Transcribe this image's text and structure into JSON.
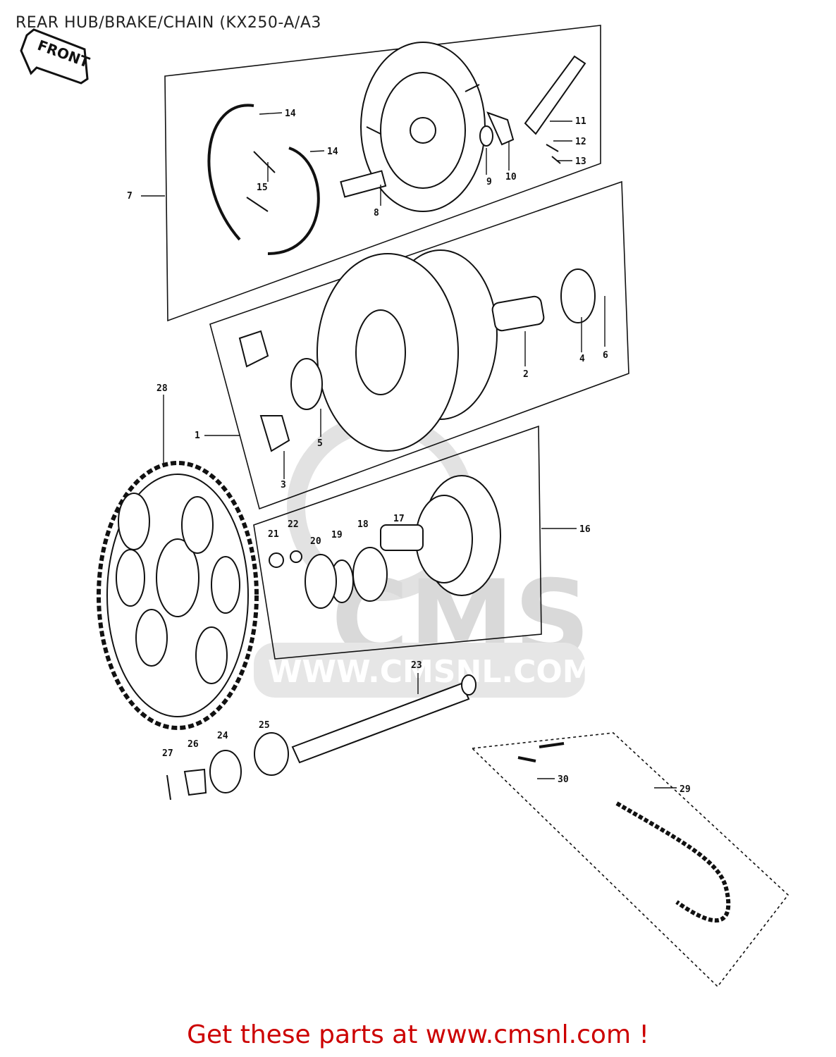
{
  "title": "REAR HUB/BRAKE/CHAIN (KX250-A/A3",
  "footer": "Get these parts at www.cmsnl.com !",
  "front_arrow": "FRONT",
  "watermark": {
    "logo": "CMS",
    "url": "WWW.CMSNL.COM"
  },
  "part_numbers": [
    "1",
    "2",
    "3",
    "4",
    "5",
    "6",
    "7",
    "8",
    "9",
    "10",
    "11",
    "12",
    "13",
    "14",
    "15",
    "16",
    "17",
    "18",
    "19",
    "20",
    "21",
    "22",
    "23",
    "24",
    "25",
    "26",
    "27",
    "28",
    "29",
    "30"
  ],
  "colors": {
    "footer": "#cc0000",
    "line": "#111111",
    "watermark": "#d9d9d9"
  }
}
